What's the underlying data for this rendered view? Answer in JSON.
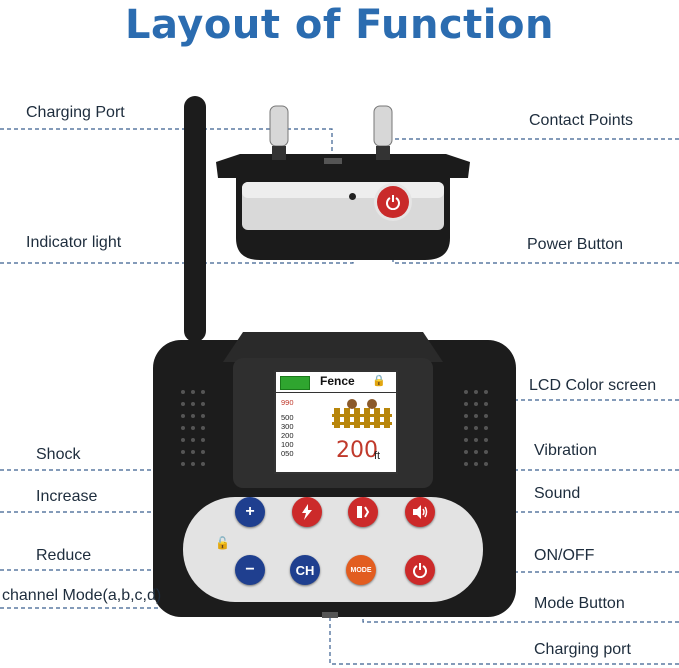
{
  "title": "Layout of Function",
  "labels": {
    "charging_port_top": "Charging Port",
    "contact_points": "Contact Points",
    "indicator_light": "Indicator light",
    "power_button": "Power Button",
    "lcd_color_screen": "LCD Color screen",
    "shock": "Shock",
    "vibration": "Vibration",
    "increase": "Increase",
    "sound": "Sound",
    "reduce": "Reduce",
    "on_off": "ON/OFF",
    "channel_mode": "channel Mode(a,b,c,d)",
    "mode_button": "Mode Button",
    "charging_port_bottom": "Charging port"
  },
  "lcd": {
    "mode": "Fence",
    "range_ticks": [
      "990",
      "500",
      "300",
      "200",
      "100",
      "050"
    ],
    "distance": "200",
    "unit": "ft"
  },
  "buttons": {
    "increase": "+",
    "reduce": "−",
    "channel": "CH",
    "mode": "MODE"
  },
  "colors": {
    "title": "#2b6cb0",
    "button_blue": "#1f3f8f",
    "button_red": "#cc2a2a",
    "button_orange": "#e25d20"
  }
}
